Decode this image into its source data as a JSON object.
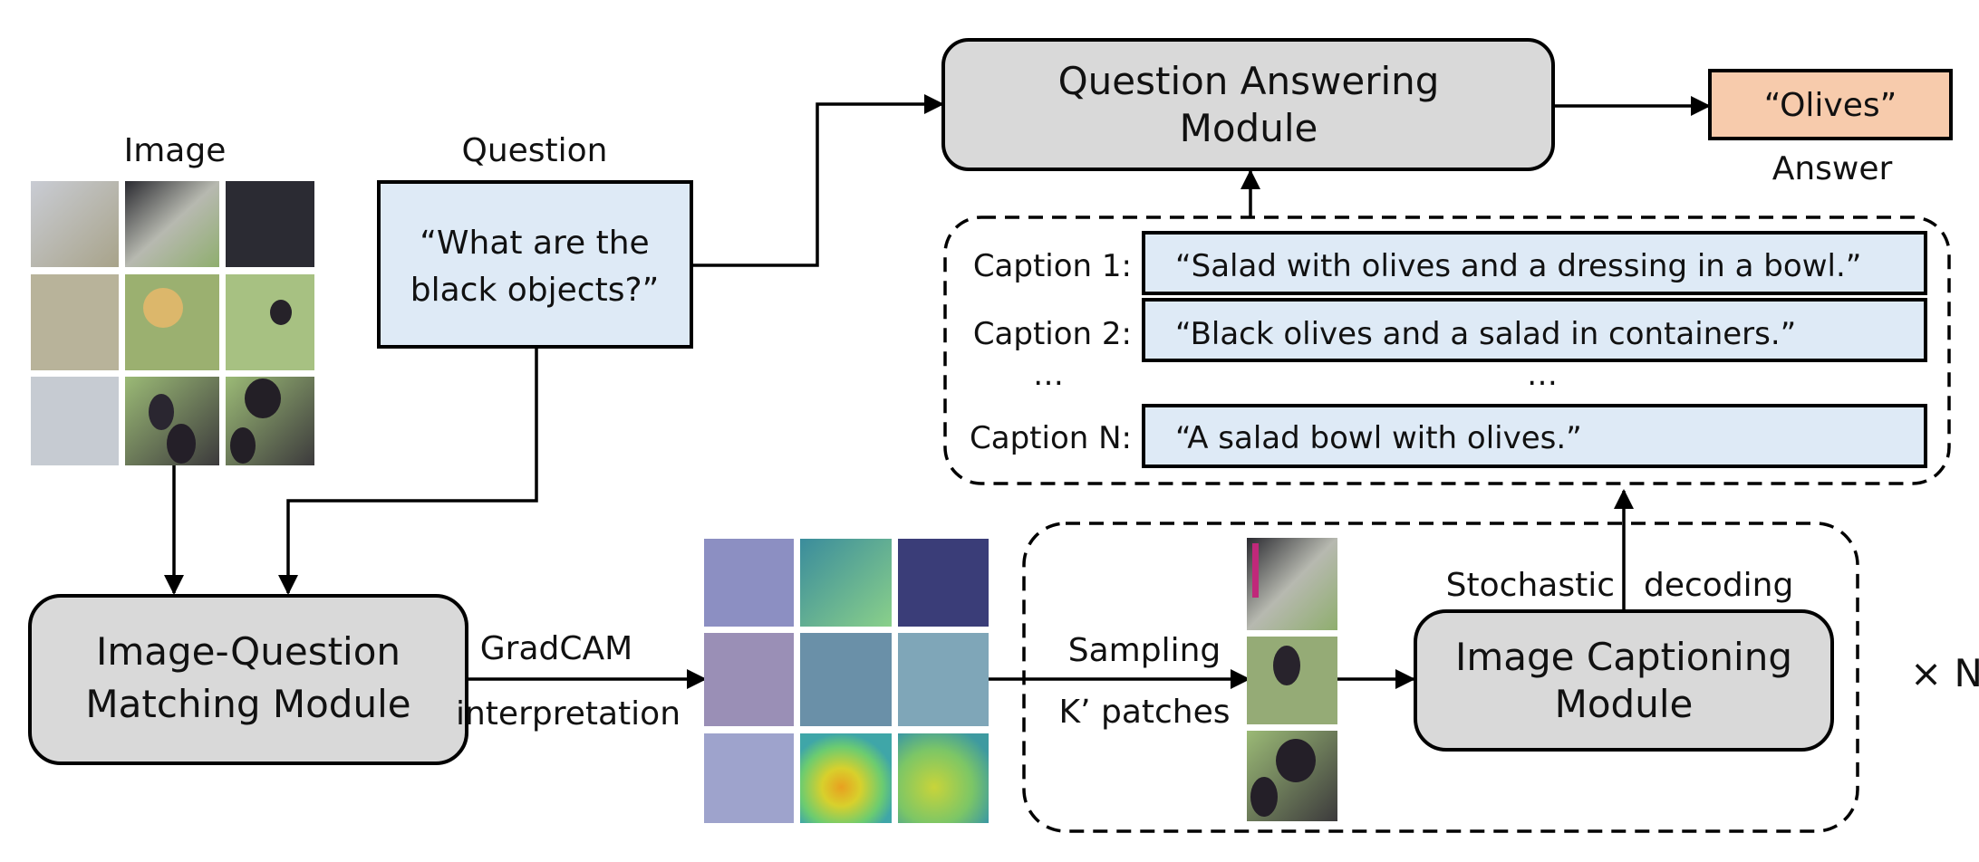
{
  "inputs": {
    "image_label": "Image",
    "question_label": "Question",
    "question_text_line1": "“What are the",
    "question_text_line2": "black objects?”"
  },
  "modules": {
    "iqm_line1": "Image-Question",
    "iqm_line2": "Matching Module",
    "qa_line1": "Question Answering",
    "qa_line2": "Module",
    "ic_line1": "Image Captioning",
    "ic_line2": "Module"
  },
  "edges": {
    "gradcam_line1": "GradCAM",
    "gradcam_line2": "interpretation",
    "sampling_line1": "Sampling",
    "sampling_line2": "K’ patches",
    "stochastic": "Stochastic",
    "decoding": "decoding",
    "repeat": "× N"
  },
  "answer": {
    "text": "“Olives”",
    "label": "Answer"
  },
  "captions": [
    {
      "label": "Caption 1:",
      "text": "“Salad with olives and a dressing in a bowl.”"
    },
    {
      "label": "Caption 2:",
      "text": "“Black olives and a salad in containers.”"
    },
    {
      "label": "Caption N:",
      "text": "“A salad bowl with olives.”"
    }
  ],
  "ellipsis": "…",
  "colors": {
    "module_fill": "#d9d9d9",
    "question_fill": "#deeaf6",
    "caption_fill": "#deeaf6",
    "answer_fill": "#f7cbac",
    "stroke": "#000000"
  }
}
